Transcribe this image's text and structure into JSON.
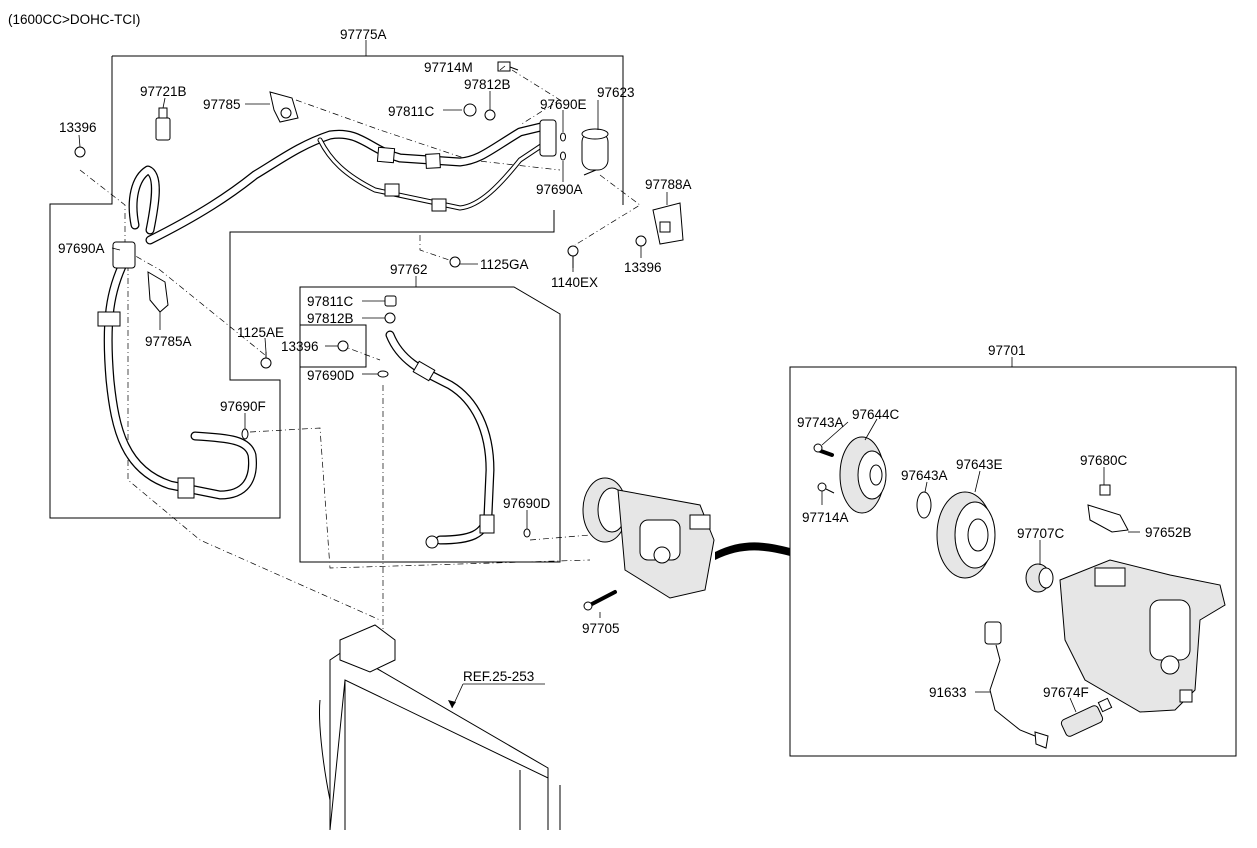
{
  "header": {
    "engine_variant": "(1600CC>DOHC-TCI)"
  },
  "groups": {
    "discharge_suction_assy": "97775A",
    "liquid_tube_assy": "97762",
    "compressor_assy": "97701"
  },
  "callouts": {
    "c_97714M": "97714M",
    "c_97812B_top": "97812B",
    "c_97785": "97785",
    "c_97811C_top": "97811C",
    "c_97690E": "97690E",
    "c_97623": "97623",
    "c_97721B": "97721B",
    "c_13396_left": "13396",
    "c_97690A_top": "97690A",
    "c_97788A": "97788A",
    "c_97690A_left": "97690A",
    "c_1125GA": "1125GA",
    "c_1140EX": "1140EX",
    "c_13396_right": "13396",
    "c_97811C_mid": "97811C",
    "c_97812B_mid": "97812B",
    "c_97785A": "97785A",
    "c_1125AE": "1125AE",
    "c_13396_mid": "13396",
    "c_97690D_top": "97690D",
    "c_97690F": "97690F",
    "c_97690D_right": "97690D",
    "c_97705": "97705",
    "c_ref": "REF.25-253",
    "c_97743A": "97743A",
    "c_97644C": "97644C",
    "c_97643A": "97643A",
    "c_97643E": "97643E",
    "c_97680C": "97680C",
    "c_97714A": "97714A",
    "c_97707C": "97707C",
    "c_97652B": "97652B",
    "c_91633": "91633",
    "c_97674F": "97674F"
  }
}
